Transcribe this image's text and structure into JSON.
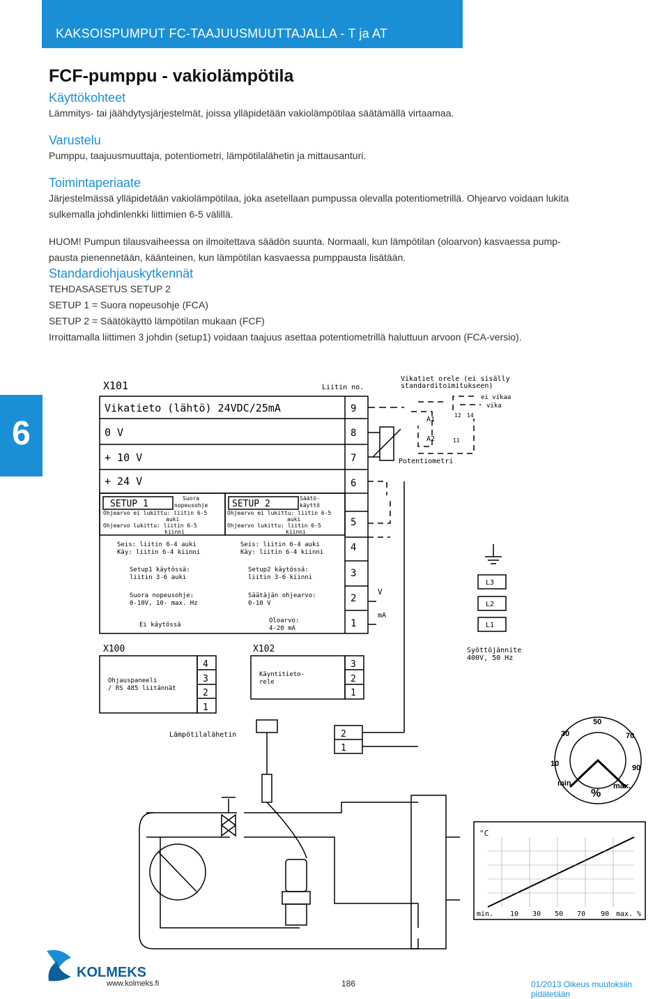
{
  "header": {
    "banner": "KAKSOISPUMPUT FC-TAAJUUSMUUTTAJALLA - T ja AT"
  },
  "title": "FCF-pumppu - vakiolämpötila",
  "sections": {
    "kaytto": {
      "heading": "Käyttökohteet",
      "text": "Lämmitys- tai jäähdytysjärjestelmät, joissa ylläpidetään vakiolämpötilaa säätämällä virtaamaa."
    },
    "varustelu": {
      "heading": "Varustelu",
      "text": "Pumppu, taajuusmuuttaja, potentiometri, lämpötilalähetin ja mittausanturi."
    },
    "toiminta": {
      "heading": "Toimintaperiaate",
      "line1": "Järjestelmässä ylläpidetään vakiolämpötilaa, joka asetellaan pumpussa olevalla potentiometrillä. Ohjearvo voidaan lukita",
      "line2": "sulkemalla johdinlenkki liittimien 6-5 välillä.",
      "huom1": "HUOM! Pumpun tilausvaiheessa on ilmoitettava säädön suunta. Normaali, kun lämpötilan (oloarvon) kasvaessa pump-",
      "huom2": "pausta pienennetään, käänteinen, kun lämpötilan kasvaessa pumppausta lisätään."
    },
    "standard": {
      "heading": "Standardiohjauskytkennät",
      "l1": "TEHDASASETUS  SETUP 2",
      "l2": "SETUP 1 = Suora nopeusohje (FCA)",
      "l3": "SETUP 2 = Säätökäyttö lämpötilan mukaan (FCF)",
      "l4": "Irroittamalla liittimen 3 johdin (setup1) voidaan taajuus asettaa potentiometrillä haluttuun arvoon (FCA-versio)."
    }
  },
  "side_tab": "6",
  "diagram": {
    "x101": "X101",
    "liitin_no": "Liitin no.",
    "fault_relay": [
      "Vikatiet orele (ei sisälly",
      "standarditoimitukseen)"
    ],
    "no_fault": "ei vikaa",
    "fault": "vika",
    "relay_labels": [
      "A1",
      "A2",
      "12",
      "14",
      "11"
    ],
    "rows": [
      "Vikatieto (lähtö) 24VDC/25mA",
      "0 V",
      "+ 10 V",
      "+ 24 V"
    ],
    "terminals": [
      "9",
      "8",
      "7",
      "6",
      "5",
      "4",
      "3",
      "2",
      "1"
    ],
    "potentiometri": "Potentiometri",
    "setup1": {
      "title": "SETUP 1",
      "sub": [
        "Suora",
        "nopeusohje"
      ],
      "line1": "Ohjearvo ei lukittu: liitin 6-5",
      "line2a": "Ohjearvo lukittu: liitin 6-5",
      "line2b": "auki",
      "line2c": "kiinni"
    },
    "setup2": {
      "title": "SETUP 2",
      "sub": [
        "Säätö-",
        "käyttö"
      ],
      "line1": "Ohjearvo ei lukittu: liitin 6-5",
      "line2a": "Ohjearvo lukittu: liitin 6-5",
      "line2b": "auki",
      "line2c": "kiinni"
    },
    "stop1": [
      "Seis: liitin 6-4 auki",
      "Käy: liitin 6-4 kiinni"
    ],
    "stop2": [
      "Seis: liitin 6-4 auki",
      "Käy: liitin 6-4 kiinni"
    ],
    "setup1_use": [
      "Setup1 käytössä:",
      "liitin 3-6 auki"
    ],
    "setup2_use": [
      "Setup2 käytössä:",
      "liitin 3-6 kiinni"
    ],
    "speed": [
      "Suora nopeusohje:",
      "0-10V, 10- max. Hz"
    ],
    "control": [
      "Säätäjän ohjearvo:",
      "0-10 V"
    ],
    "unused": "Ei käytössä",
    "actual": [
      "Oloarvo:",
      "4-20 mA"
    ],
    "v_label": "V",
    "ma_label": "mA",
    "phases": [
      "L3",
      "L2",
      "L1"
    ],
    "supply": [
      "Syöttöjännite",
      "400V, 50 Hz"
    ],
    "x100": "X100",
    "x102": "X102",
    "x100_terms": [
      "4",
      "3",
      "2",
      "1"
    ],
    "x102_terms": [
      "3",
      "2",
      "1"
    ],
    "panel": [
      "Ohjauspaneeli",
      "/ RS 485 liitännät"
    ],
    "run_relay": [
      "Käyntitieto-",
      "rele"
    ],
    "sensor": "Lämpötilalähetin",
    "sensor_terms": [
      "2",
      "1"
    ],
    "dial": [
      "10",
      "30",
      "50",
      "70",
      "90",
      "min.",
      "max.",
      "%"
    ],
    "graph_unit": "°C",
    "graph_axis": [
      "min.",
      "10",
      "30",
      "50",
      "70",
      "90",
      "max.",
      "%"
    ]
  },
  "footer": {
    "url": "www.kolmeks.fi",
    "page": "186",
    "note": "01/2013 Oikeus muutoksiin pidätetään",
    "logo": "KOLMEKS"
  },
  "colors": {
    "accent": "#1a8fd6"
  }
}
